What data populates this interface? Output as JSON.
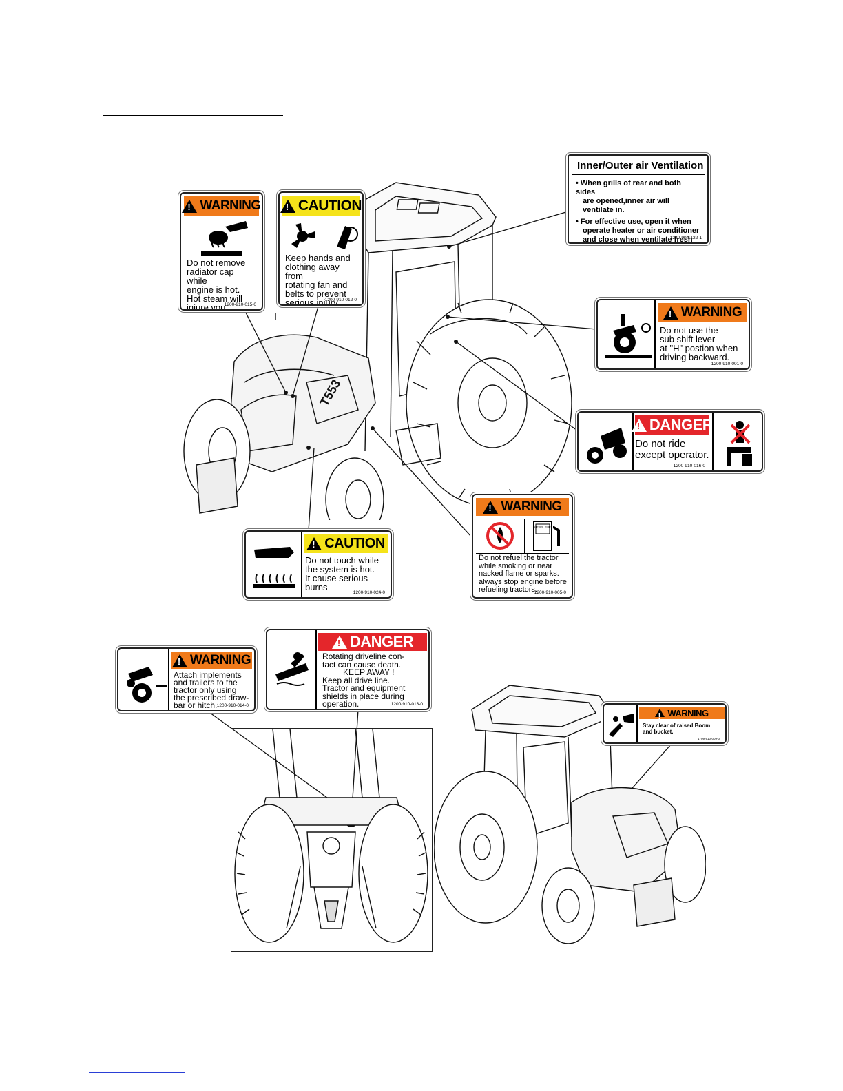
{
  "labels": {
    "radiator": {
      "signal": "WARNING",
      "text": [
        "Do not remove",
        "radiator cap while",
        "engine is hot.",
        "Hot steam will",
        "injure you."
      ],
      "code": "1200-910-015-0"
    },
    "fan": {
      "signal": "CAUTION",
      "text": [
        "Keep hands and",
        "clothing away from",
        "rotating  fan and",
        "belts to   prevent",
        "serious injury."
      ],
      "code": "1200-910-012-0"
    },
    "ventilation": {
      "title": "Inner/Outer air Ventilation",
      "bullets": [
        [
          "• When grills of rear and both sides",
          "are opened,inner air will ventilate in."
        ],
        [
          "• For effective use, open it when",
          "operate heater or air conditioner",
          "and close when ventilate fresh air."
        ]
      ],
      "code": "1220-904-122-1"
    },
    "subshift": {
      "signal": "WARNING",
      "text": [
        "Do not use the",
        "sub shift lever",
        "at \"H\" postion when",
        "driving backward."
      ],
      "code": "1200-910-001-0"
    },
    "ride": {
      "signal": "DANGER",
      "text": [
        "Do not ride",
        "except operator."
      ],
      "code": "1200-910-016-0"
    },
    "hot": {
      "signal": "CAUTION",
      "text": [
        "Do not touch while",
        "the system is hot.",
        "It cause serious",
        "burns"
      ],
      "code": "1200-910-024-0"
    },
    "refuel": {
      "signal": "WARNING",
      "pump_text": "DIESEL FUEL",
      "text": [
        "Do not refuel the tractor",
        "while smoking or near",
        "nacked flame  or sparks.",
        "always stop engine before",
        "refueling tractors."
      ],
      "code": "1200-910-005-0"
    },
    "attach": {
      "signal": "WARNING",
      "text": [
        "Attach implements",
        "and trailers to the",
        "tractor only using",
        "the prescribed draw-",
        "bar or hitch."
      ],
      "code": "1200-910-014-0"
    },
    "driveline": {
      "signal": "DANGER",
      "text": [
        "Rotating driveline  con-",
        "tact can cause death.",
        "KEEP AWAY !",
        "Keep all drive line.",
        "Tractor and equipment",
        "shields in place during",
        "operation."
      ],
      "code": "1200-910-013-0"
    },
    "boom": {
      "signal": "WARNING",
      "text": [
        "Stay clear of raised Boom",
        "and bucket."
      ],
      "code": "1709-910-009-0"
    }
  },
  "tractor": {
    "model": "T553"
  },
  "colors": {
    "warning": "#f07a1a",
    "caution": "#f5e31a",
    "danger": "#e4262b"
  }
}
